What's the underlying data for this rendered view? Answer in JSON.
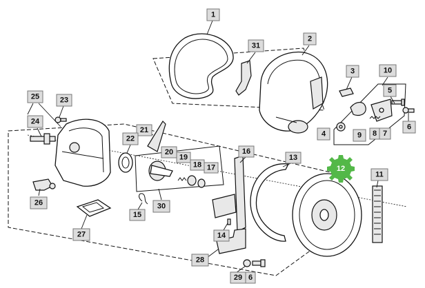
{
  "diagram": {
    "callouts": {
      "c1": "1",
      "c2": "2",
      "c3": "3",
      "c4": "4",
      "c5": "5",
      "c6a": "6",
      "c6b": "6",
      "c7": "7",
      "c8": "8",
      "c9": "9",
      "c10": "10",
      "c11": "11",
      "c12": "12",
      "c13": "13",
      "c14": "14",
      "c15": "15",
      "c16": "16",
      "c17": "17",
      "c18": "18",
      "c19": "19",
      "c20": "20",
      "c21": "21",
      "c22": "22",
      "c23": "23",
      "c24": "24",
      "c25": "25",
      "c26": "26",
      "c27": "27",
      "c28": "28",
      "c29": "29",
      "c30": "30",
      "c31": "31"
    },
    "highlight_color": "#53b848",
    "callout_fill": "#dcdcdc"
  }
}
